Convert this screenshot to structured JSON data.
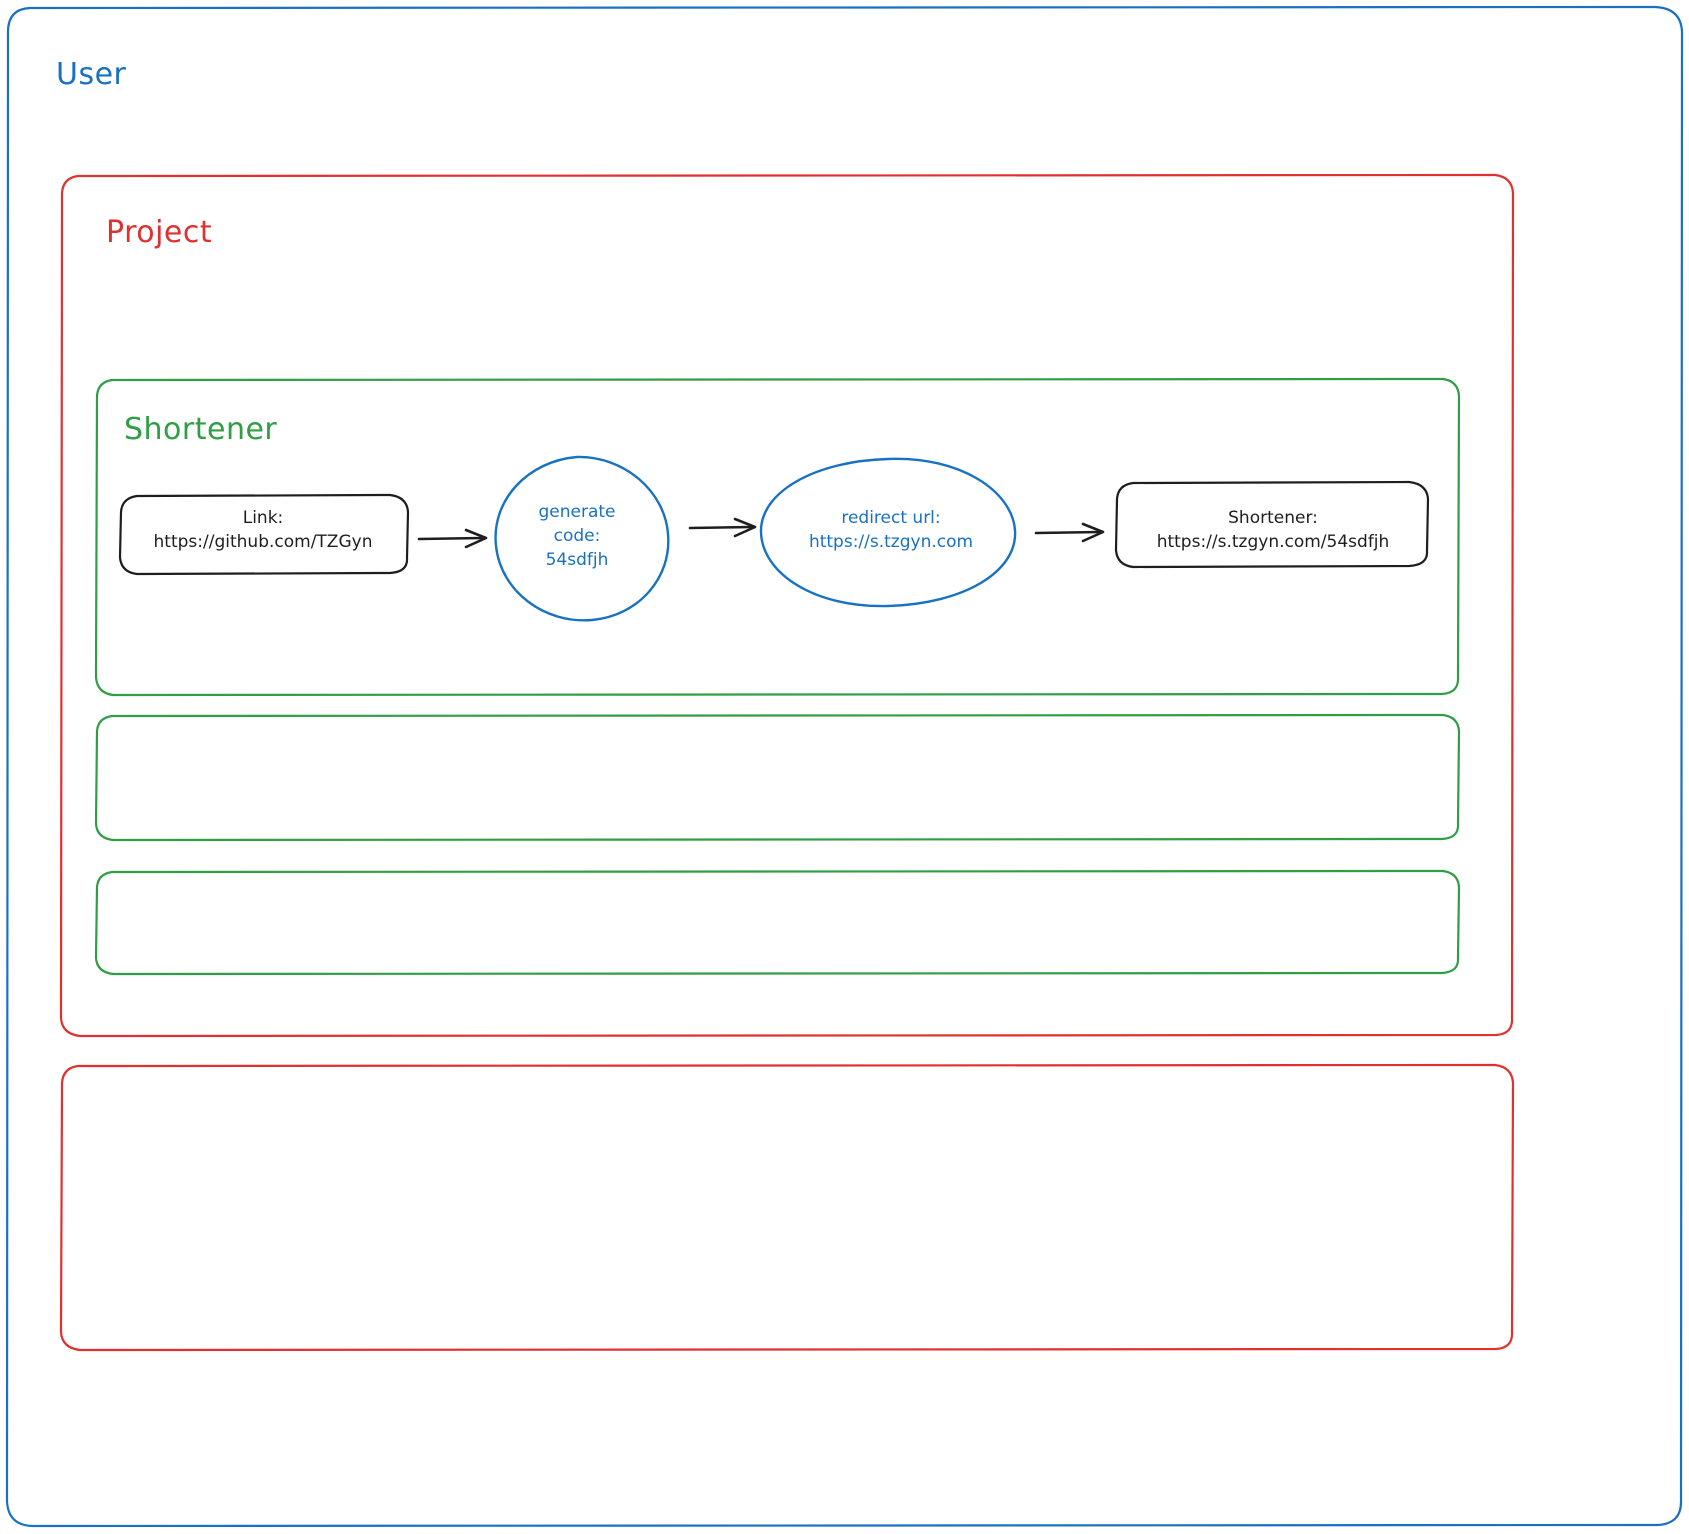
{
  "diagram": {
    "title_user": "User",
    "title_project": "Project",
    "title_shortener": "Shortener",
    "colors": {
      "user_border": "#1971c2",
      "project_border": "#e03131",
      "shortener_border": "#2f9e44",
      "node_border": "#1e1e1e",
      "node_blue": "#1971c2",
      "arrow": "#1e1e1e",
      "background": "#ffffff"
    },
    "nodes": [
      {
        "id": "link-node",
        "shape": "rounded-rectangle",
        "line1": "Link:",
        "line2": "https://github.com/TZGyn"
      },
      {
        "id": "generate-code-node",
        "shape": "circle",
        "line1": "generate",
        "line2": "code:",
        "line3": "54sdfjh"
      },
      {
        "id": "redirect-url-node",
        "shape": "ellipse",
        "line1": "redirect url:",
        "line2": "https://s.tzgyn.com"
      },
      {
        "id": "shortener-node",
        "shape": "rounded-rectangle",
        "line1": "Shortener:",
        "line2": "https://s.tzgyn.com/54sdfjh"
      }
    ],
    "arrows": [
      {
        "from": "link-node",
        "to": "generate-code-node"
      },
      {
        "from": "generate-code-node",
        "to": "redirect-url-node"
      },
      {
        "from": "redirect-url-node",
        "to": "shortener-node"
      }
    ],
    "empty_containers": [
      {
        "id": "empty-green-1",
        "color": "#2f9e44"
      },
      {
        "id": "empty-green-2",
        "color": "#2f9e44"
      },
      {
        "id": "empty-red-1",
        "color": "#e03131"
      }
    ]
  }
}
